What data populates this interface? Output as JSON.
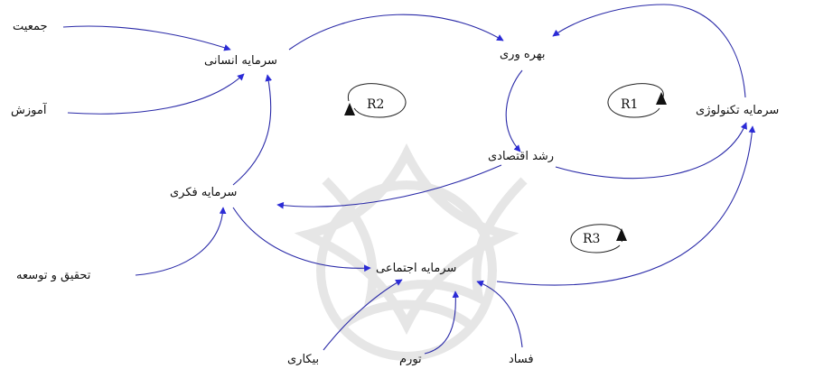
{
  "diagram": {
    "nodes": {
      "population": "جمعیت",
      "education": "آموزش",
      "human_capital": "سرمایه انسانی",
      "productivity": "بهره وری",
      "tech_capital": "سرمایه تکنولوژی",
      "economic_growth": "رشد اقتصادی",
      "intellectual_capital": "سرمایه فکری",
      "rnd": "تحقیق و توسعه",
      "social_capital": "سرمایه اجتماعی",
      "unemployment": "بیکاری",
      "inflation": "تورم",
      "corruption": "فساد"
    },
    "loops": {
      "r1": "R1",
      "r2": "R2",
      "r3": "R3"
    },
    "colors": {
      "edge": "#2a2aa8",
      "arrowhead": "#2b2bd6",
      "text": "#111111",
      "watermark": "#e6e6e6"
    }
  }
}
